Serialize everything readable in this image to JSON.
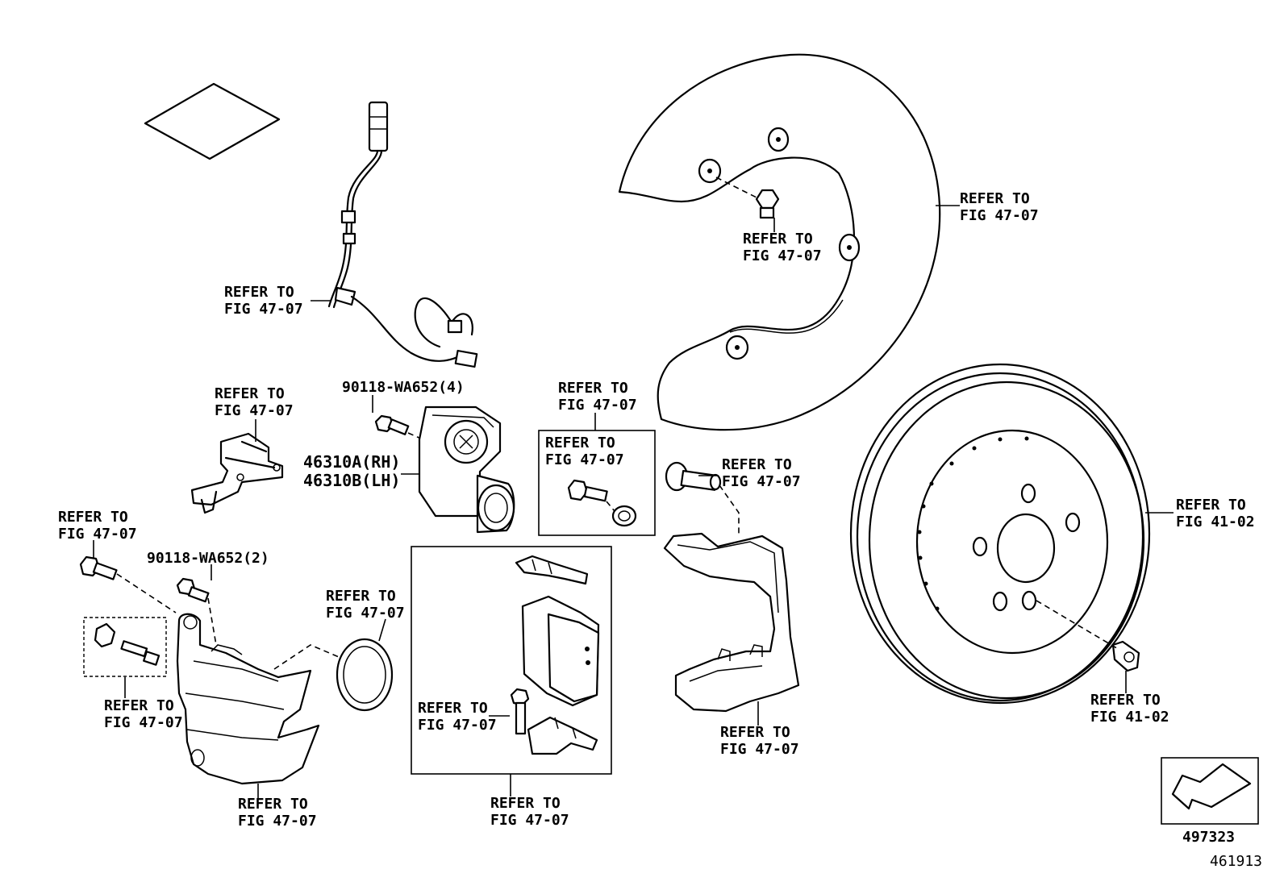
{
  "labels": {
    "refer_4707": "REFER TO",
    "fig_4707": "FIG 47-07",
    "refer_4102": "REFER TO",
    "fig_4102": "FIG 41-02",
    "part_bolt_4": "90118-WA652(4)",
    "part_bolt_2": "90118-WA652(2)",
    "part_motor_rh": "46310A(RH)",
    "part_motor_lh": "46310B(LH)",
    "ref_code_1": "497323",
    "ref_code_2": "461913"
  },
  "icons": [
    "front-direction-arrow-icon"
  ]
}
